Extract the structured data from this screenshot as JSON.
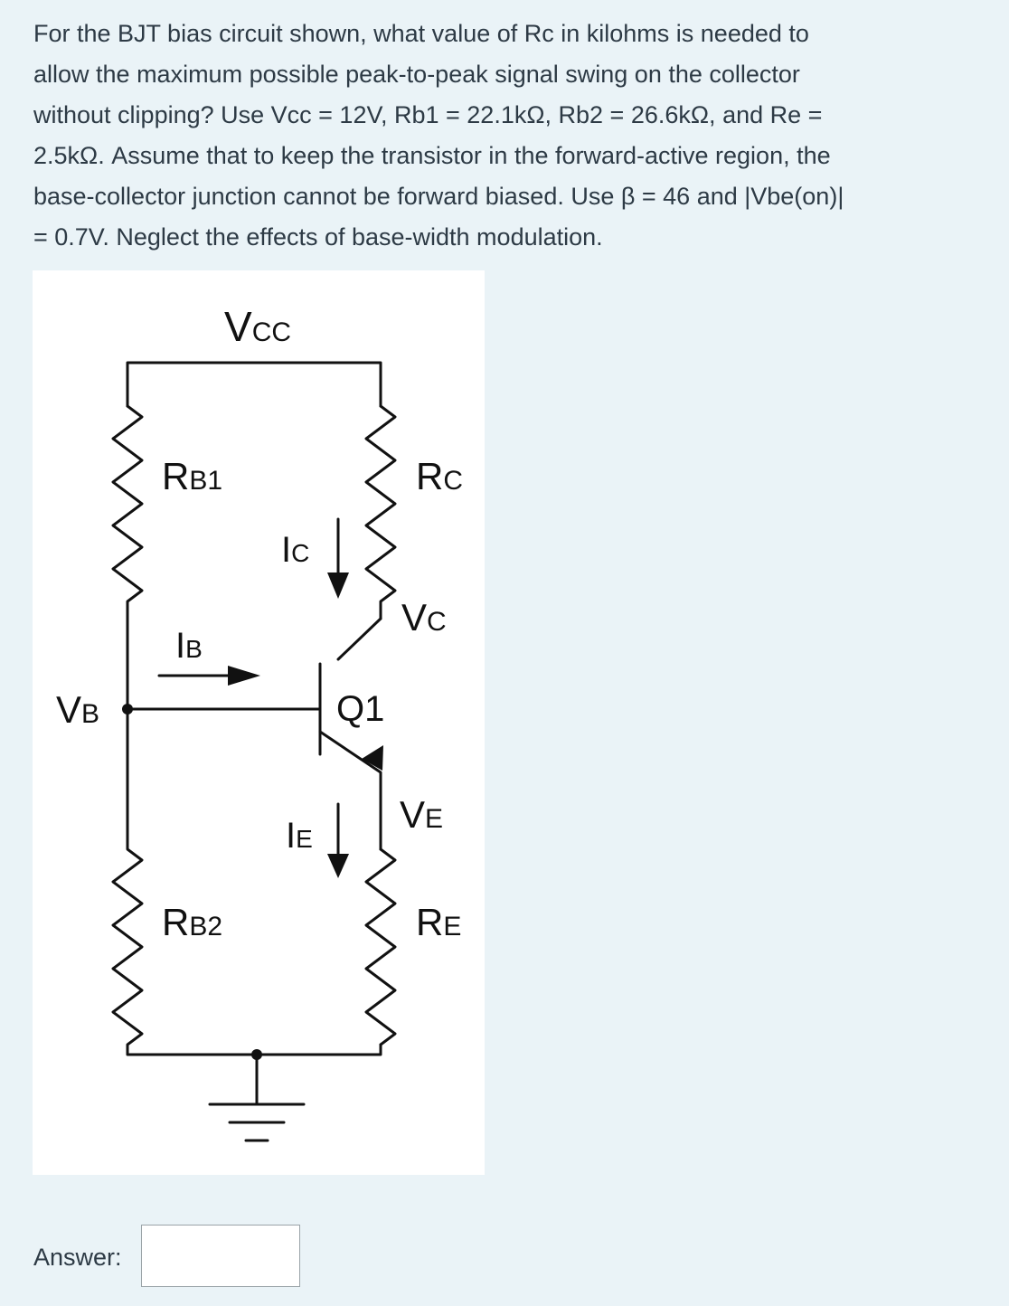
{
  "question": {
    "text": "For the BJT bias circuit shown, what value of Rc in kilohms is needed to\nallow the maximum possible peak-to-peak signal swing on the collector\nwithout clipping? Use Vcc = 12V, Rb1 = 22.1kΩ, Rb2 = 26.6kΩ, and Re =\n2.5kΩ. Assume that to keep the transistor in the forward-active region, the\nbase-collector junction cannot be forward biased. Use β = 46 and |Vbe(on)|\n= 0.7V. Neglect the effects of base-width modulation."
  },
  "circuit": {
    "vcc": {
      "main": "V",
      "sub": "CC"
    },
    "rb1": {
      "main": "R",
      "sub": "B1"
    },
    "rc": {
      "main": "R",
      "sub": "C"
    },
    "ic": {
      "main": "I",
      "sub": "C"
    },
    "vc": {
      "main": "V",
      "sub": "C"
    },
    "ib": {
      "main": "I",
      "sub": "B"
    },
    "vb": {
      "main": "V",
      "sub": "B"
    },
    "q1": "Q1",
    "ve": {
      "main": "V",
      "sub": "E"
    },
    "ie": {
      "main": "I",
      "sub": "E"
    },
    "rb2": {
      "main": "R",
      "sub": "B2"
    },
    "re": {
      "main": "R",
      "sub": "E"
    }
  },
  "answer": {
    "label": "Answer:",
    "value": ""
  }
}
